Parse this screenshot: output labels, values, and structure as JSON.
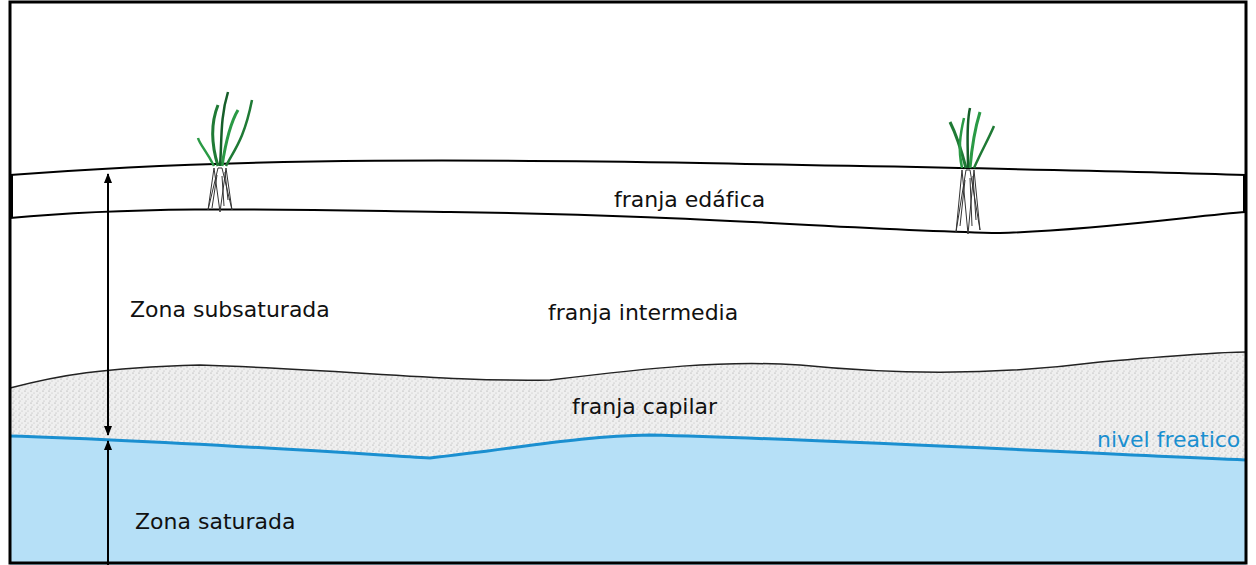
{
  "diagram": {
    "nodes": [
      {
        "text": [
          "franja edáfica"
        ]
      },
      {
        "text": [
          "franja intermedia"
        ]
      },
      {
        "text": [
          "franja capilar"
        ]
      },
      {
        "text": [
          "Zona saturada"
        ]
      }
    ],
    "labels": [
      "Zona subsaturada",
      "nivel freatico"
    ]
  }
}
